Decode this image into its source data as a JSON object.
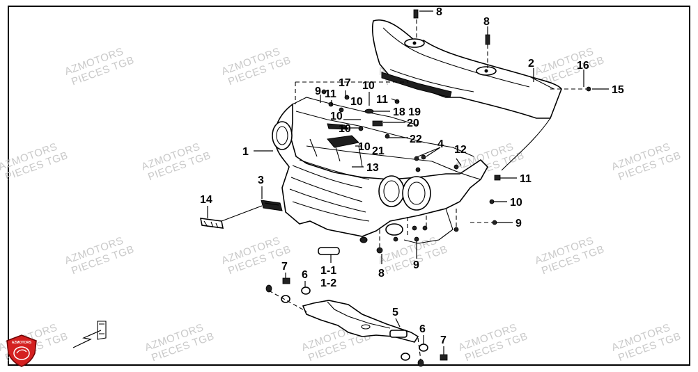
{
  "watermark": {
    "line1": "AZMOTORS",
    "line2": "PIECES TGB"
  },
  "logo": {
    "text": "AZMOTORS"
  },
  "colors": {
    "frame": "#000000",
    "watermark": "#c9c9c9",
    "logo_red": "#d42020",
    "line": "#000000"
  },
  "callouts": {
    "c8a": "8",
    "c8b": "8",
    "c2": "2",
    "c16": "16",
    "c15": "15",
    "c9a": "9",
    "c11a": "11",
    "c17": "17",
    "c10a": "10",
    "c10b": "10",
    "c11b": "11",
    "c10c": "10",
    "c1819": "18 19",
    "c10d": "10",
    "c20": "20",
    "c22": "22",
    "c1": "1",
    "c10e": "10",
    "c21": "21",
    "c4": "4",
    "c12": "12",
    "c13": "13",
    "c3": "3",
    "c11c": "11",
    "c14": "14",
    "c10f": "10",
    "c9b": "9",
    "c11l": "1-1",
    "c12l": "1-2",
    "c8c": "8",
    "c9c": "9",
    "c7a": "7",
    "c6a": "6",
    "c5": "5",
    "c6b": "6",
    "c7b": "7"
  }
}
